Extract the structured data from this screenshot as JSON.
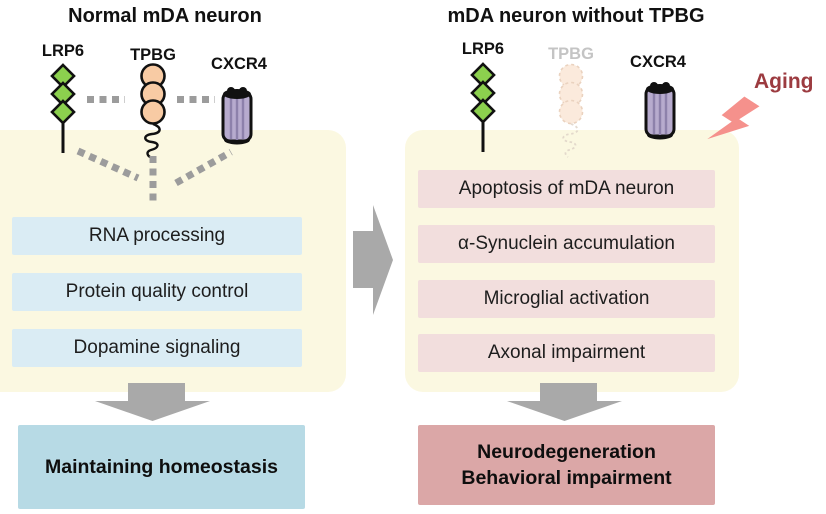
{
  "figure": {
    "left": {
      "title": "Normal mDA neuron",
      "receptors": {
        "lrp6": "LRP6",
        "tpbg": "TPBG",
        "cxcr4": "CXCR4"
      },
      "functions": [
        "RNA processing",
        "Protein quality control",
        "Dopamine signaling"
      ],
      "outcome": "Maintaining homeostasis"
    },
    "right": {
      "title": "mDA neuron without TPBG",
      "receptors": {
        "lrp6": "LRP6",
        "tpbg": "TPBG",
        "cxcr4": "CXCR4"
      },
      "stressor": "Aging",
      "consequences": [
        "Apoptosis of mDA neuron",
        "α-Synuclein accumulation",
        "Microglial activation",
        "Axonal impairment"
      ],
      "outcome": [
        "Neurodegeneration",
        "Behavioral impairment"
      ]
    },
    "colors": {
      "panel_yellow": "#FBF8E1",
      "function_row_blue": "#DAECF4",
      "outcome_blue": "#B7DAE5",
      "consequence_row_pink": "#F2DEDD",
      "outcome_pink": "#DBA7A7",
      "arrow_gray": "#A9A9A9",
      "dash_gray": "#9C9C9C",
      "lrp6_diamond_green": "#8CD04E",
      "tpbg_circle_peach": "#F8CBA4",
      "cxcr4_cylinder_purple": "#B7ABCE",
      "aging_text_red": "#9C3B40",
      "lightning_bolt_pink": "#F5918C",
      "missing_tpbg_label_gray": "#C4C4C4"
    }
  }
}
